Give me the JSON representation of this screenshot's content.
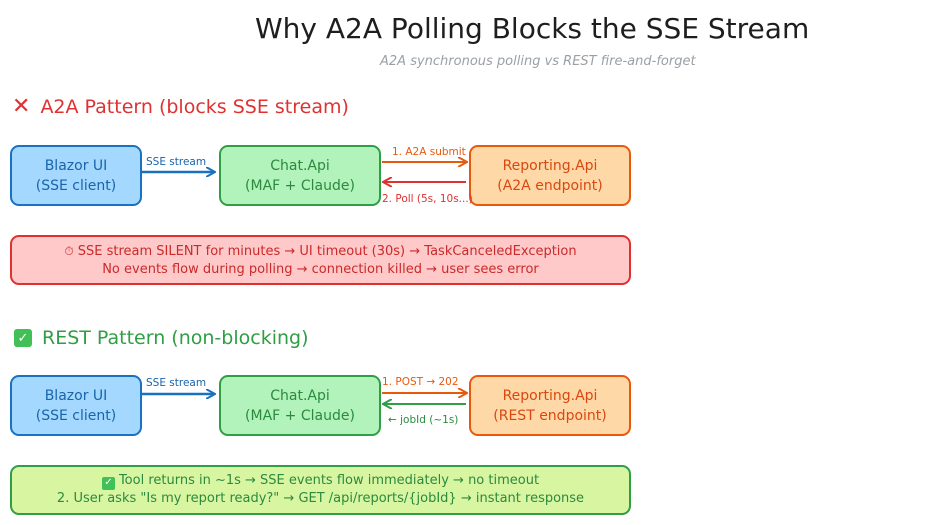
{
  "title": "Why A2A Polling Blocks the SSE Stream",
  "subtitle": "A2A synchronous polling vs REST fire-and-forget",
  "a2a": {
    "heading": "A2A Pattern (blocks SSE stream)",
    "blazor": {
      "line1": "Blazor UI",
      "line2": "(SSE client)"
    },
    "chat": {
      "line1": "Chat.Api",
      "line2": "(MAF + Claude)"
    },
    "reporting": {
      "line1": "Reporting.Api",
      "line2": "(A2A endpoint)"
    },
    "sse_label": "SSE stream",
    "submit_label": "1. A2A submit",
    "poll_label": "2. Poll (5s, 10s...)",
    "panel": {
      "line1": "SSE stream SILENT for minutes → UI timeout (30s) → TaskCanceledException",
      "line2": "No events flow during polling → connection killed → user sees error"
    }
  },
  "rest": {
    "heading": "REST Pattern (non-blocking)",
    "blazor": {
      "line1": "Blazor UI",
      "line2": "(SSE client)"
    },
    "chat": {
      "line1": "Chat.Api",
      "line2": "(MAF + Claude)"
    },
    "reporting": {
      "line1": "Reporting.Api",
      "line2": "(REST endpoint)"
    },
    "sse_label": "SSE stream",
    "post_label": "1. POST → 202",
    "jobid_label": "← jobId (~1s)",
    "panel": {
      "line1": "Tool returns in ~1s → SSE events flow immediately → no timeout",
      "line2": "2. User asks \"Is my report ready?\" → GET /api/reports/{jobId} → instant response"
    }
  },
  "icons": {
    "bad": "cross-mark-icon",
    "good": "check-box-icon",
    "timer": "stopwatch-icon"
  },
  "colors": {
    "blue": "#1971c2",
    "green": "#2f9e44",
    "orange": "#e8590c",
    "red": "#e03131"
  }
}
